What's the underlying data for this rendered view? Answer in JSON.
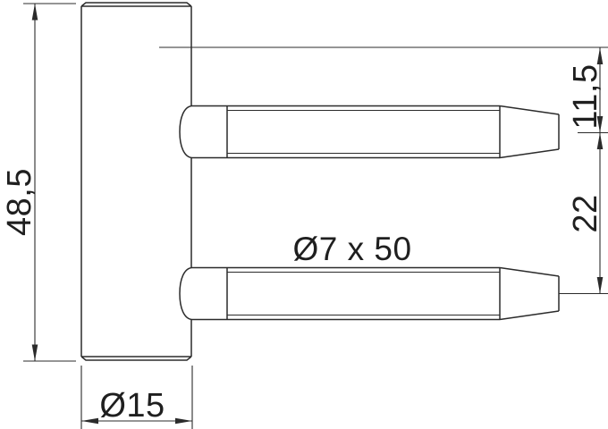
{
  "drawing": {
    "background_color": "#ffffff",
    "line_color": "#2b2b2b",
    "dimensions": {
      "body_height": {
        "label": "48,5",
        "value": 48.5
      },
      "body_diameter": {
        "label": "Ø15",
        "value": 15
      },
      "pin_spec": {
        "label": "Ø7 x 50",
        "diameter": 7,
        "length": 50
      },
      "top_to_first_pin_axis": {
        "label": "11,5",
        "value": 11.5
      },
      "pin_axis_spacing": {
        "label": "22",
        "value": 22
      }
    }
  }
}
